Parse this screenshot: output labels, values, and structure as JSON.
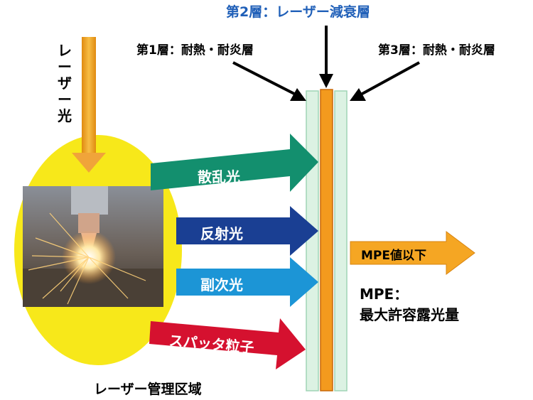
{
  "labels": {
    "laser_beam": "レーザー光",
    "layer2": "第2層：レーザー減衰層",
    "layer1": "第1層：耐熱・耐炎層",
    "layer3": "第3層：耐熱・耐炎層",
    "scattered": "散乱光",
    "reflected": "反射光",
    "secondary": "副次光",
    "spatter": "スパッタ粒子",
    "mpe_arrow": "MPE値以下",
    "mpe_title": "MPE：",
    "mpe_desc": "最大許容露光量",
    "zone": "レーザー管理区域"
  },
  "colors": {
    "laser_orange": "#f5a623",
    "zone_yellow": "#f7e81a",
    "scattered_green": "#138f6e",
    "reflected_navy": "#1a3f93",
    "secondary_blue": "#1c95d6",
    "spatter_red": "#d5112f",
    "layer2_blue": "#1f5fb8",
    "curtain_green": "#dcf2e3"
  },
  "icons": {
    "photo": "laser-welding-photo"
  }
}
